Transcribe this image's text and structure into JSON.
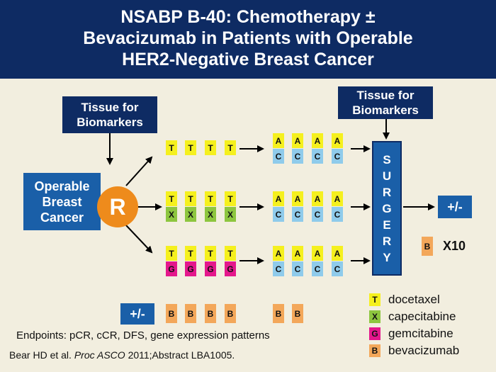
{
  "title": {
    "line1": "NSABP B-40: Chemotherapy ±",
    "line2": "Bevacizumab in Patients with Operable",
    "line3": "HER2-Negative Breast Cancer"
  },
  "tissue_left": "Tissue for Biomarkers",
  "tissue_right": "Tissue for Biomarkers",
  "operable": "Operable Breast Cancer",
  "randomize": "R",
  "surgery_letters": [
    "S",
    "U",
    "R",
    "G",
    "E",
    "R",
    "Y"
  ],
  "plusminus_right": "+/-",
  "plusminus_bottom": "+/-",
  "b_x10": {
    "letter": "B",
    "label": "X10"
  },
  "arms": {
    "arm1": {
      "top": [
        "T",
        "T",
        "T",
        "T"
      ]
    },
    "arm2": {
      "top": [
        "T",
        "T",
        "T",
        "T"
      ],
      "bottom": [
        "X",
        "X",
        "X",
        "X"
      ]
    },
    "arm3": {
      "top": [
        "T",
        "T",
        "T",
        "T"
      ],
      "bottom": [
        "G",
        "G",
        "G",
        "G"
      ]
    },
    "ac_top": [
      "A",
      "A",
      "A",
      "A"
    ],
    "ac_bottom": [
      "C",
      "C",
      "C",
      "C"
    ]
  },
  "bev_row": [
    "B",
    "B",
    "B",
    "B",
    "B",
    "B"
  ],
  "legend": [
    {
      "letter": "T",
      "label": "docetaxel",
      "color": "#F5F01E"
    },
    {
      "letter": "X",
      "label": "capecitabine",
      "color": "#8DC63F"
    },
    {
      "letter": "G",
      "label": "gemcitabine",
      "color": "#E4178C"
    },
    {
      "letter": "B",
      "label": "bevacizumab",
      "color": "#F3A75A"
    }
  ],
  "endpoints": "Endpoints: pCR, cCR, DFS, gene expression patterns",
  "citation": {
    "author": "Bear HD et al.",
    "journal": "Proc ASCO",
    "rest": "2011;Abstract LBA1005."
  },
  "colors": {
    "header": "#0E2B63",
    "box_blue": "#1A5FA8",
    "randomize_orange": "#EE8B1C",
    "background": "#F2EEDF"
  }
}
